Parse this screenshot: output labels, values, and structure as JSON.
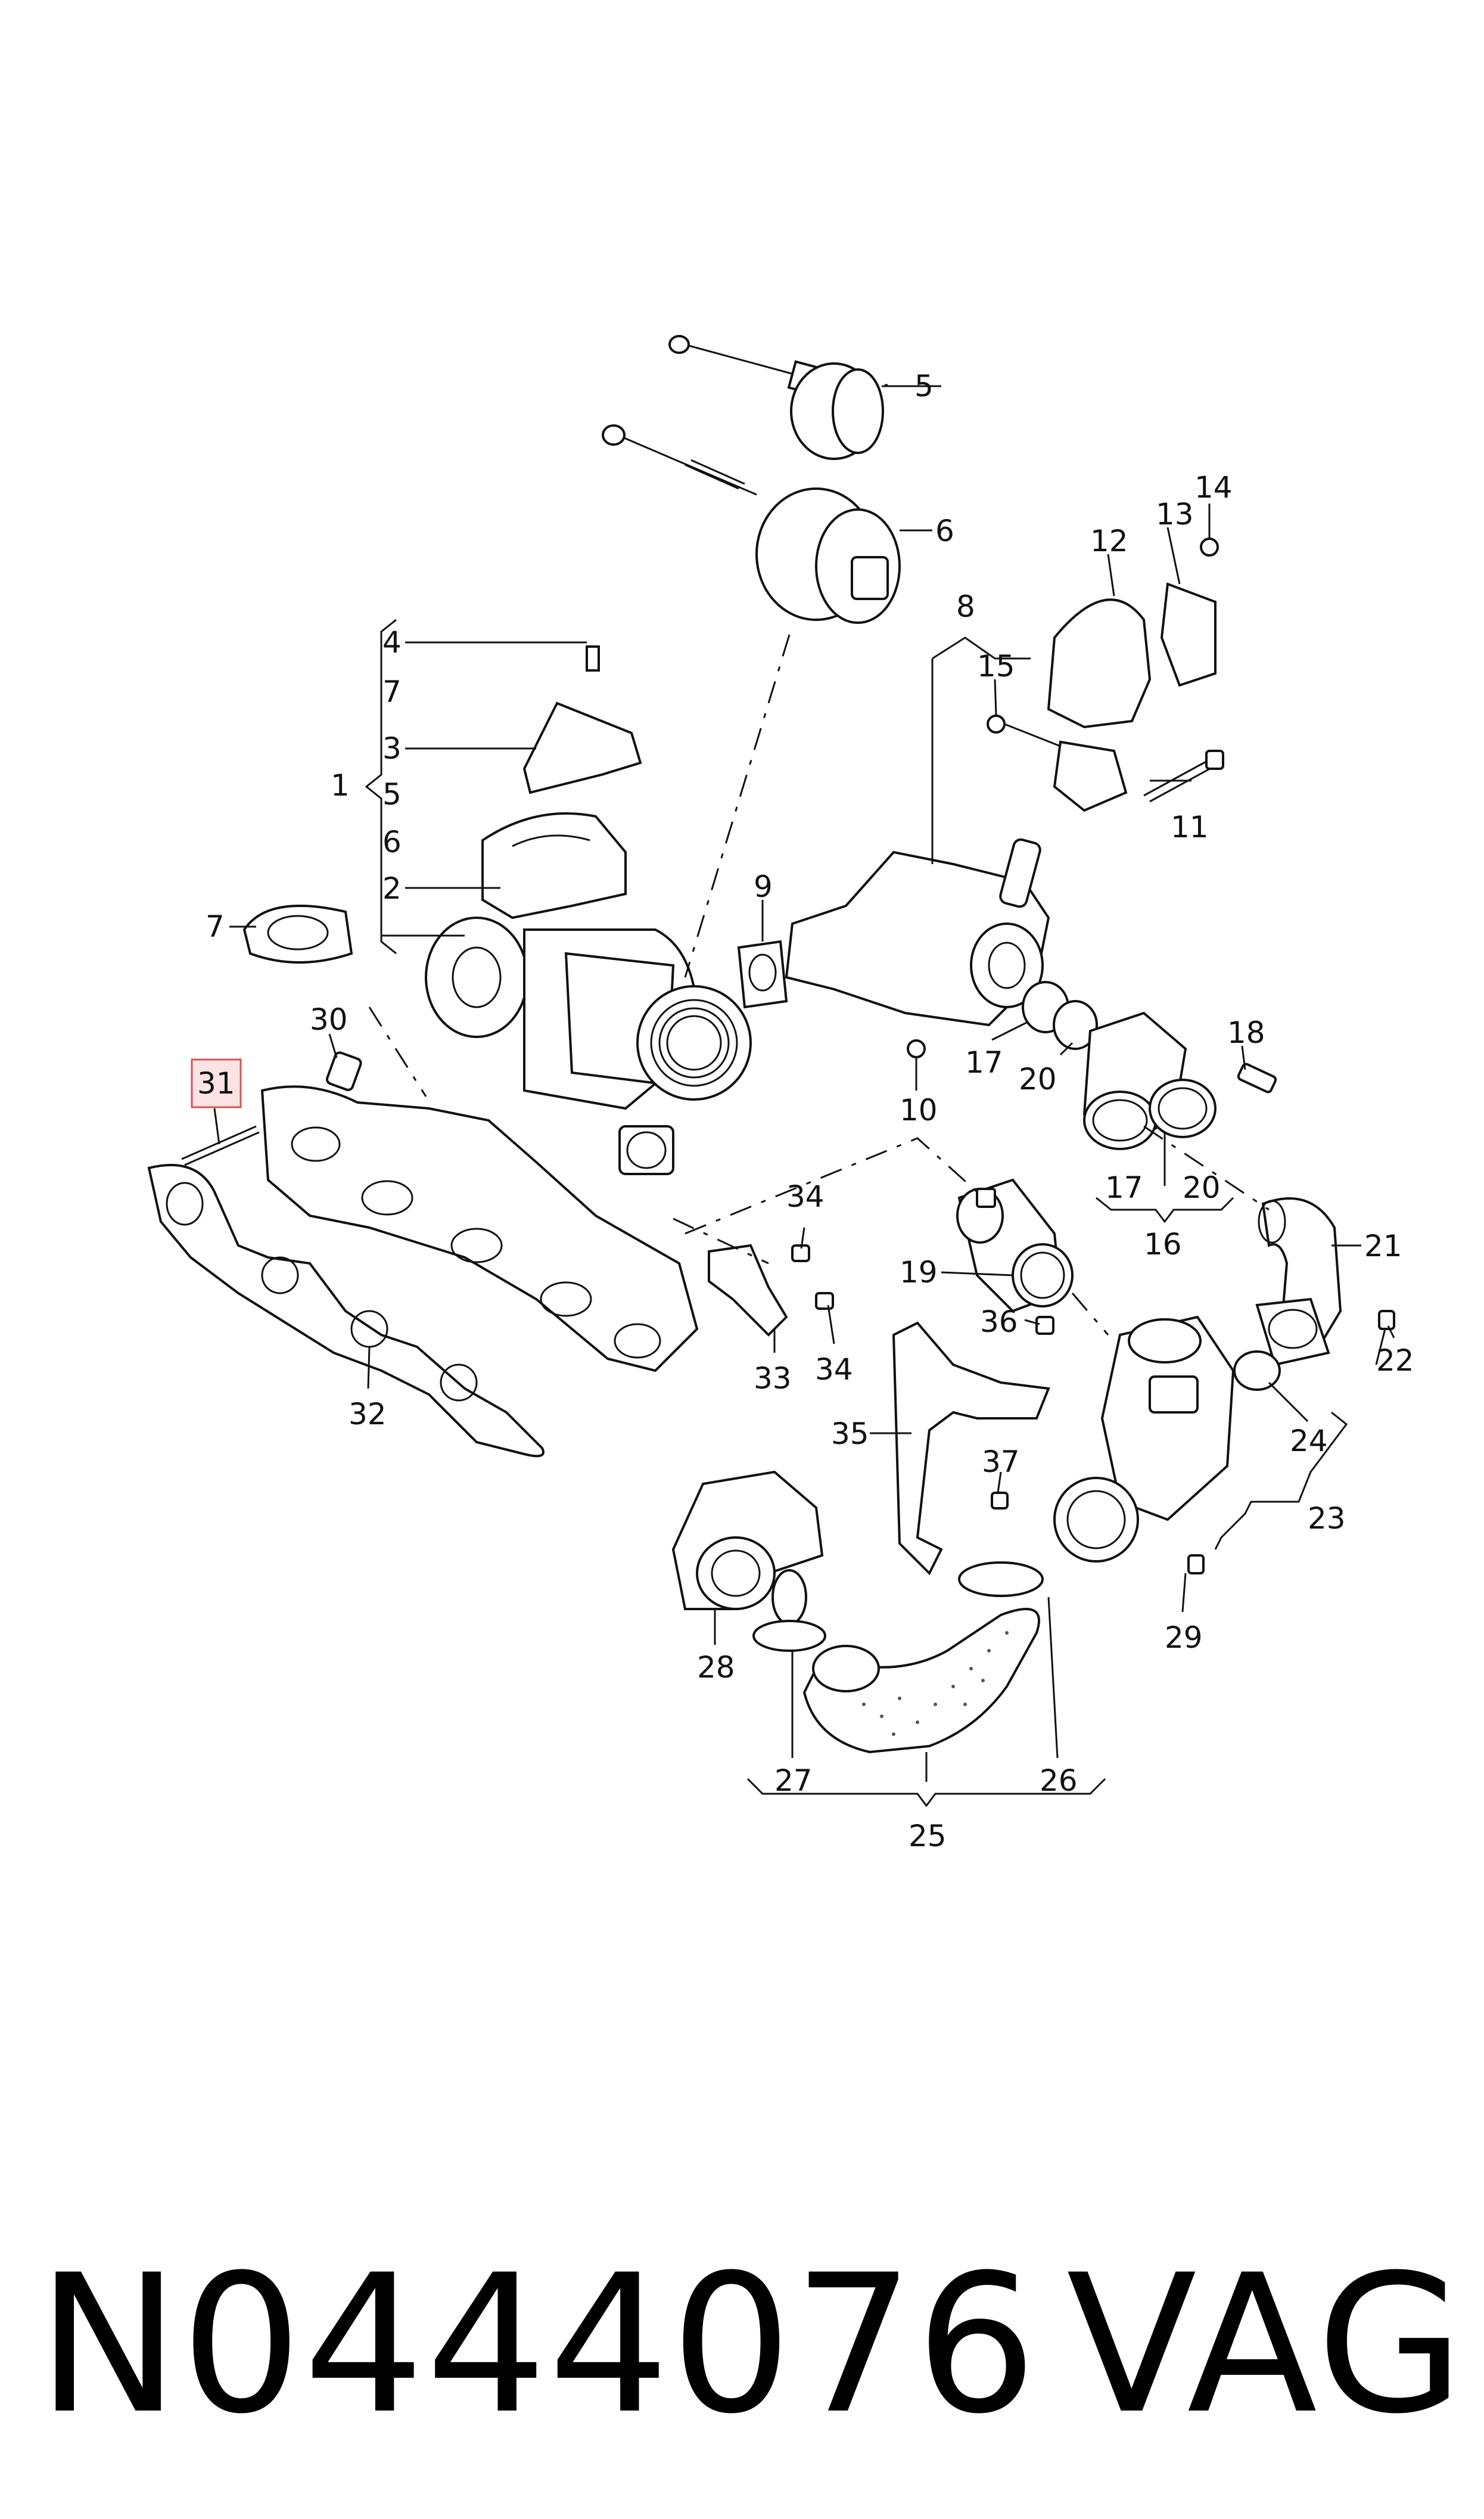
{
  "diagram": {
    "highlight_color": "#d9534f",
    "callouts": [
      {
        "id": "c4",
        "text": "4"
      },
      {
        "id": "c7a",
        "text": "7"
      },
      {
        "id": "c3",
        "text": "3"
      },
      {
        "id": "c1",
        "text": "1"
      },
      {
        "id": "c5a",
        "text": "5"
      },
      {
        "id": "c6a",
        "text": "6"
      },
      {
        "id": "c2",
        "text": "2"
      },
      {
        "id": "c7b",
        "text": "7"
      },
      {
        "id": "c5b",
        "text": "5"
      },
      {
        "id": "c6b",
        "text": "6"
      },
      {
        "id": "c8",
        "text": "8"
      },
      {
        "id": "c12",
        "text": "12"
      },
      {
        "id": "c13",
        "text": "13"
      },
      {
        "id": "c14",
        "text": "14"
      },
      {
        "id": "c15",
        "text": "15"
      },
      {
        "id": "c11",
        "text": "11"
      },
      {
        "id": "c9",
        "text": "9"
      },
      {
        "id": "c30",
        "text": "30"
      },
      {
        "id": "c31",
        "text": "31"
      },
      {
        "id": "c17a",
        "text": "17"
      },
      {
        "id": "c20a",
        "text": "20"
      },
      {
        "id": "c18",
        "text": "18"
      },
      {
        "id": "c10",
        "text": "10"
      },
      {
        "id": "c17b",
        "text": "17"
      },
      {
        "id": "c20b",
        "text": "20"
      },
      {
        "id": "c16",
        "text": "16"
      },
      {
        "id": "c34a",
        "text": "34"
      },
      {
        "id": "c21",
        "text": "21"
      },
      {
        "id": "c19",
        "text": "19"
      },
      {
        "id": "c36",
        "text": "36"
      },
      {
        "id": "c22",
        "text": "22"
      },
      {
        "id": "c33",
        "text": "33"
      },
      {
        "id": "c34b",
        "text": "34"
      },
      {
        "id": "c32",
        "text": "32"
      },
      {
        "id": "c35",
        "text": "35"
      },
      {
        "id": "c24",
        "text": "24"
      },
      {
        "id": "c37",
        "text": "37"
      },
      {
        "id": "c23",
        "text": "23"
      },
      {
        "id": "c28",
        "text": "28"
      },
      {
        "id": "c29",
        "text": "29"
      },
      {
        "id": "c27",
        "text": "27"
      },
      {
        "id": "c26",
        "text": "26"
      },
      {
        "id": "c25",
        "text": "25"
      }
    ]
  },
  "caption": {
    "part_number": "N0444076",
    "brand": "VAG"
  }
}
